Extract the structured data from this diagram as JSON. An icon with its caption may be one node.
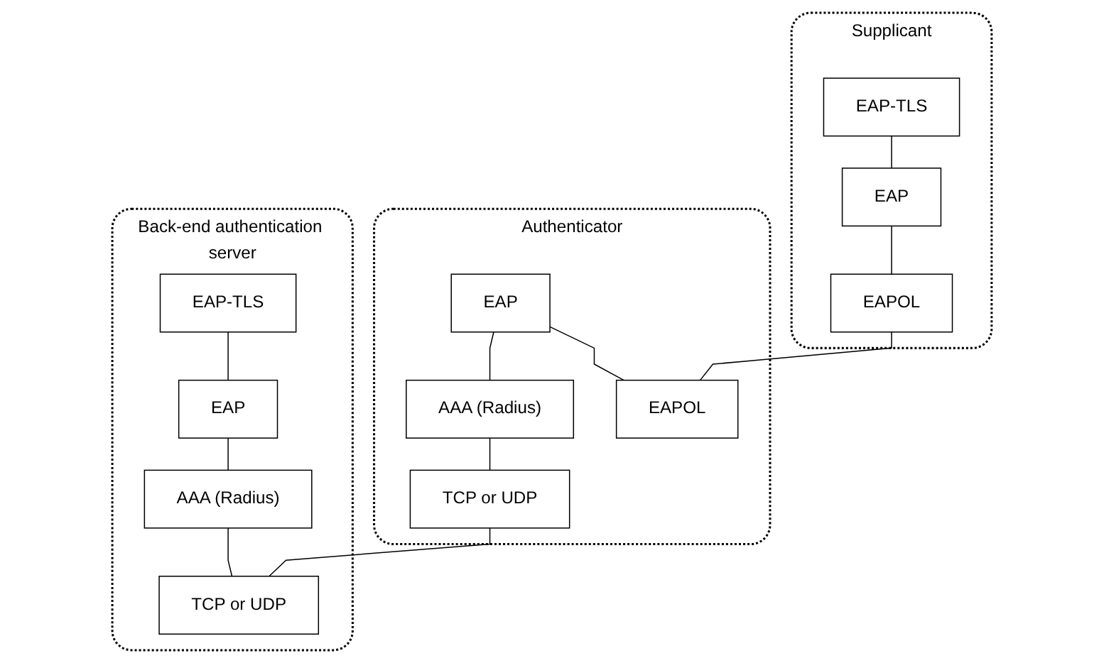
{
  "diagram": {
    "nodes": [
      {
        "text": [
          "Supplicant"
        ]
      },
      {
        "text": [
          "EAP-TLS"
        ],
        "in": 0
      },
      {
        "text": [
          "EAP"
        ],
        "in": 0
      },
      {
        "text": [
          "EAPOL"
        ],
        "in": 0
      },
      {
        "text": [
          "Authenticator"
        ]
      },
      {
        "text": [
          "EAP"
        ],
        "in": 4
      },
      {
        "text": [
          "AAA (Radius)"
        ],
        "in": 4
      },
      {
        "text": [
          "TCP or UDP"
        ],
        "in": 4
      },
      {
        "text": [
          "EAPOL"
        ],
        "in": 4
      },
      {
        "text": [
          "Back-end authentication server"
        ]
      },
      {
        "text": [
          "EAP-TLS"
        ],
        "in": 9
      },
      {
        "text": [
          "EAP"
        ],
        "in": 9
      },
      {
        "text": [
          "AAA (Radius)"
        ],
        "in": 9
      },
      {
        "text": [
          "TCP or UDP"
        ],
        "in": 9
      }
    ],
    "edges": [
      {
        "from": 1,
        "to": 2,
        "arrow": "none"
      },
      {
        "from": 2,
        "to": 3,
        "arrow": "none"
      },
      {
        "from": 3,
        "to": 8,
        "arrow": "none"
      },
      {
        "from": 5,
        "to": 8,
        "arrow": "none"
      },
      {
        "from": 5,
        "to": 6,
        "arrow": "none"
      },
      {
        "from": 6,
        "to": 7,
        "arrow": "none"
      },
      {
        "from": 7,
        "to": 13,
        "arrow": "none"
      },
      {
        "from": 10,
        "to": 11,
        "arrow": "none"
      },
      {
        "from": 11,
        "to": 12,
        "arrow": "none"
      },
      {
        "from": 12,
        "to": 13,
        "arrow": "none"
      }
    ]
  }
}
